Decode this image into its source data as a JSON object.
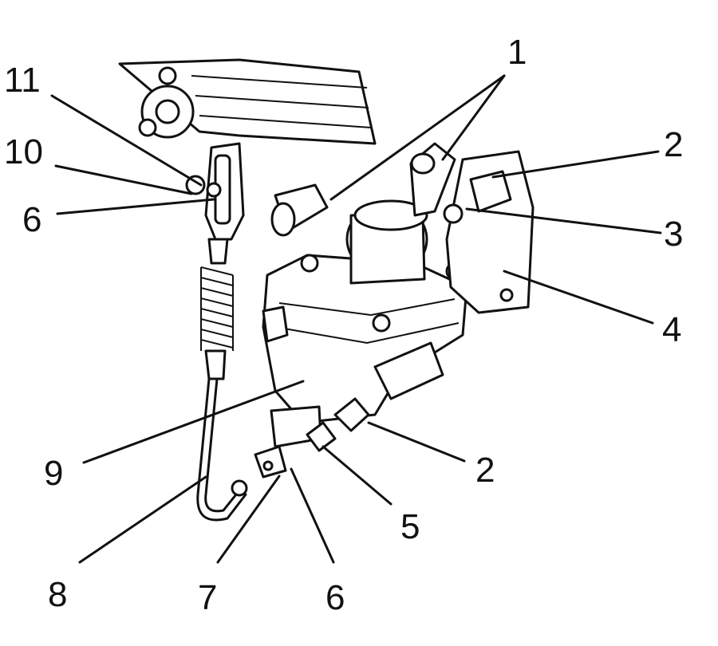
{
  "callouts": {
    "c1": "1",
    "c2a": "2",
    "c3": "3",
    "c4": "4",
    "c2b": "2",
    "c5": "5",
    "c6a": "6",
    "c7": "7",
    "c8": "8",
    "c9": "9",
    "c6b": "6",
    "c10": "10",
    "c11": "11"
  }
}
